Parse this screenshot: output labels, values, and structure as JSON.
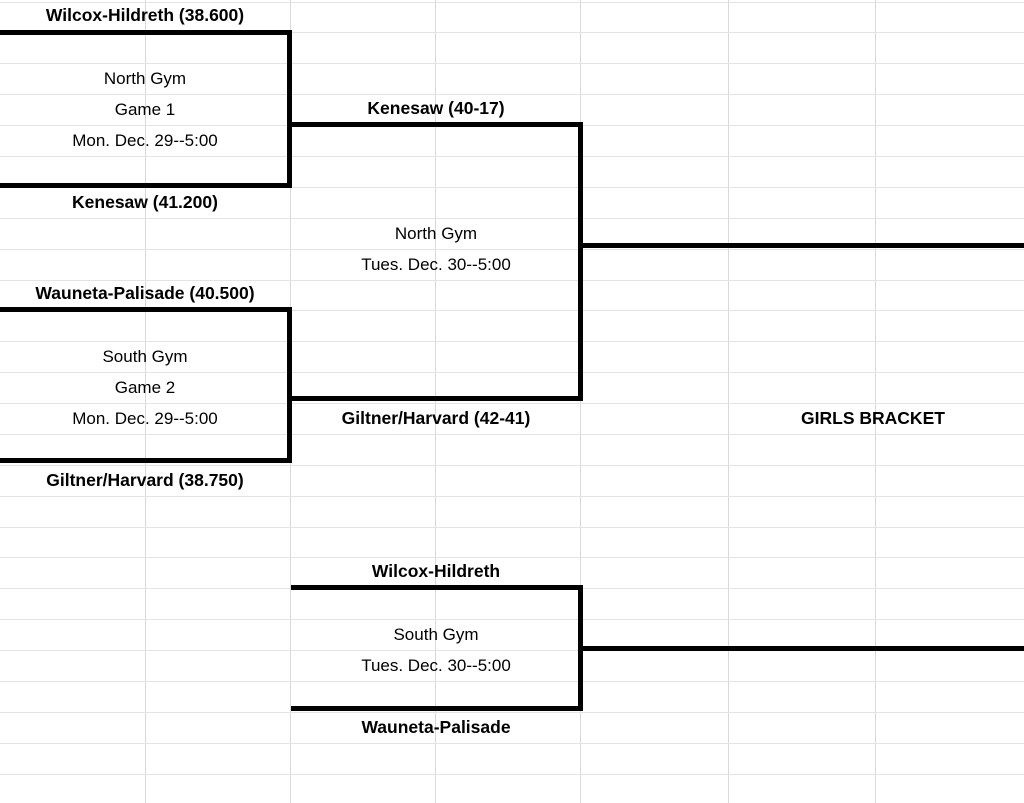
{
  "bracket": {
    "title": "GIRLS BRACKET",
    "round1": [
      {
        "game_label": "Game 1",
        "venue": "North Gym",
        "datetime": "Mon. Dec. 29--5:00",
        "top_team": "Wilcox-Hildreth (38.600)",
        "bottom_team": "Kenesaw (41.200)"
      },
      {
        "game_label": "Game 2",
        "venue": "South Gym",
        "datetime": "Mon. Dec. 29--5:00",
        "top_team": "Wauneta-Palisade (40.500)",
        "bottom_team": "Giltner/Harvard (38.750)"
      }
    ],
    "round2": [
      {
        "venue": "North Gym",
        "datetime": "Tues. Dec. 30--5:00",
        "top_team": "Kenesaw (40-17)",
        "bottom_team": "Giltner/Harvard (42-41)"
      },
      {
        "venue": "South Gym",
        "datetime": "Tues. Dec. 30--5:00",
        "top_team": "Wilcox-Hildreth",
        "bottom_team": "Wauneta-Palisade"
      }
    ]
  },
  "colors": {
    "stroke": "#000000",
    "gridline": "#d9d9d9",
    "background": "#ffffff"
  }
}
